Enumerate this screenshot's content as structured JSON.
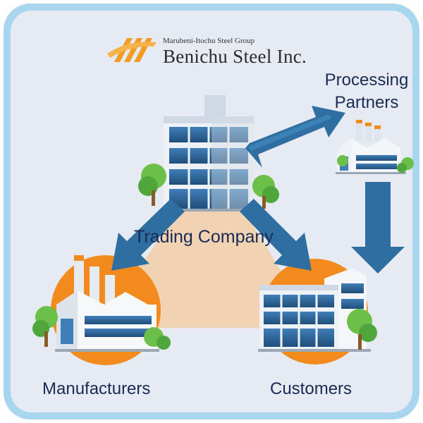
{
  "logo": {
    "group_name": "Marubeni-Itochu Steel Group",
    "company_name": "Benichu Steel Inc.",
    "mark": "mi-logo-mark"
  },
  "nodes": {
    "processing_line1": "Processing",
    "processing_line2": "Partners",
    "trading": "Trading Company",
    "manufacturers": "Manufacturers",
    "customers": "Customers"
  },
  "colors": {
    "frame_border": "#a9d6ef",
    "background": "#e6ebf3",
    "arrow": "#2f6ea0",
    "orange_circle": "#f28a1e",
    "triangle": "#f1d3b3",
    "logo_orange": "#f39b22"
  }
}
